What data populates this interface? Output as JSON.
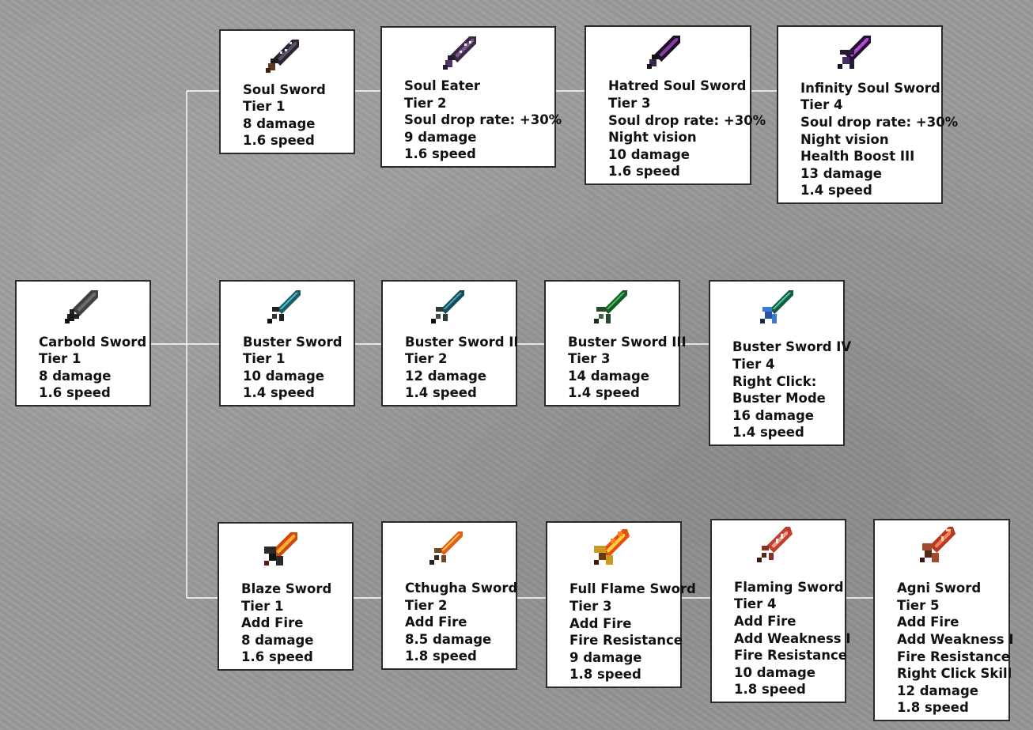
{
  "colors": {
    "background": "#9a9a9a",
    "connector": "#ffffff",
    "soul_blade": "#4a3b5c",
    "buster_blade": "#2aa4a8",
    "flame_blade": "#f08a1e"
  },
  "root": {
    "icon": "dark-sword-icon",
    "lines": [
      "Carbold Sword",
      "Tier 1",
      "8 damage",
      "1.6 speed"
    ]
  },
  "branches": [
    {
      "name": "soul",
      "nodes": [
        {
          "icon": "soul-sword-icon",
          "lines": [
            "Soul Sword",
            "Tier 1",
            "8 damage",
            "1.6 speed"
          ]
        },
        {
          "icon": "soul-eater-icon",
          "lines": [
            "Soul Eater",
            "Tier 2",
            "Soul drop rate: +30%",
            "9 damage",
            "1.6 speed"
          ]
        },
        {
          "icon": "hatred-soul-sword-icon",
          "lines": [
            "Hatred Soul Sword",
            "Tier 3",
            "Soul drop rate: +30%",
            "Night vision",
            "10 damage",
            "1.6 speed"
          ]
        },
        {
          "icon": "infinity-soul-sword-icon",
          "lines": [
            "Infinity Soul Sword",
            "Tier 4",
            "Soul drop rate: +30%",
            "Night vision",
            "Health Boost III",
            "13 damage",
            "1.4 speed"
          ]
        }
      ]
    },
    {
      "name": "buster",
      "nodes": [
        {
          "icon": "buster-sword-icon",
          "lines": [
            "Buster Sword",
            "Tier 1",
            "10 damage",
            "1.4 speed"
          ]
        },
        {
          "icon": "buster-sword-ii-icon",
          "lines": [
            "Buster Sword II",
            "Tier 2",
            "12 damage",
            "1.4 speed"
          ]
        },
        {
          "icon": "buster-sword-iii-icon",
          "lines": [
            "Buster Sword III",
            "Tier 3",
            "14 damage",
            "1.4 speed"
          ]
        },
        {
          "icon": "buster-sword-iv-icon",
          "lines": [
            "Buster Sword IV",
            "Tier 4",
            "Right Click:",
            "Buster Mode",
            "16 damage",
            "1.4 speed"
          ]
        }
      ]
    },
    {
      "name": "flame",
      "nodes": [
        {
          "icon": "blaze-sword-icon",
          "lines": [
            "Blaze Sword",
            "Tier 1",
            "Add Fire",
            "8 damage",
            "1.6 speed"
          ]
        },
        {
          "icon": "cthugha-sword-icon",
          "lines": [
            "Cthugha Sword",
            "Tier 2",
            "Add Fire",
            "8.5 damage",
            "1.8 speed"
          ]
        },
        {
          "icon": "full-flame-sword-icon",
          "lines": [
            "Full Flame Sword",
            "Tier 3",
            "Add Fire",
            "Fire Resistance",
            "9 damage",
            "1.8 speed"
          ]
        },
        {
          "icon": "flaming-sword-icon",
          "lines": [
            "Flaming Sword",
            "Tier 4",
            "Add Fire",
            "Add Weakness I",
            "Fire Resistance",
            "10 damage",
            "1.8 speed"
          ]
        },
        {
          "icon": "agni-sword-icon",
          "lines": [
            "Agni Sword",
            "Tier 5",
            "Add Fire",
            "Add Weakness I",
            "Fire Resistance",
            "Right Click Skill",
            "12 damage",
            "1.8 speed"
          ]
        }
      ]
    }
  ]
}
